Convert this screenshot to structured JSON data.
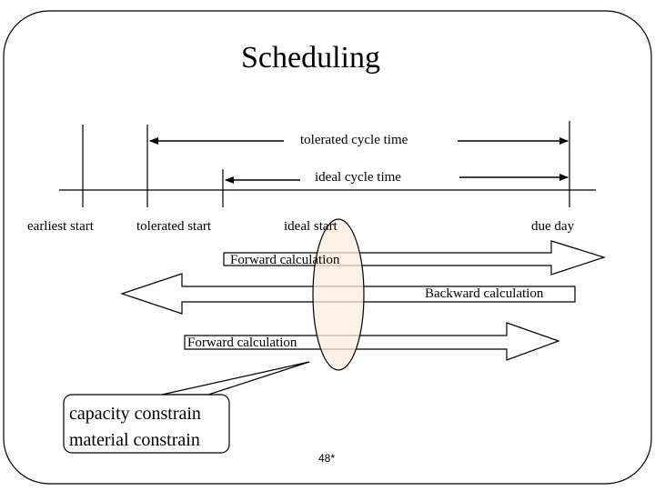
{
  "slide": {
    "title": "Scheduling",
    "page_number": "48*"
  },
  "timeline": {
    "tolerated_cycle_time": "tolerated cycle time",
    "ideal_cycle_time": "ideal cycle time",
    "labels": {
      "earliest_start": "earliest start",
      "tolerated_start": "tolerated start",
      "ideal_start": "ideal start",
      "due_day": "due day"
    }
  },
  "arrows": {
    "forward_top": "Forward calculation",
    "backward": "Backward calculation",
    "forward_bottom": "Forward calculation"
  },
  "callout": {
    "line1": "capacity constrain",
    "line2": "material constrain"
  },
  "colors": {
    "ellipse_fill": "#fbeee0",
    "stroke": "#000000"
  }
}
